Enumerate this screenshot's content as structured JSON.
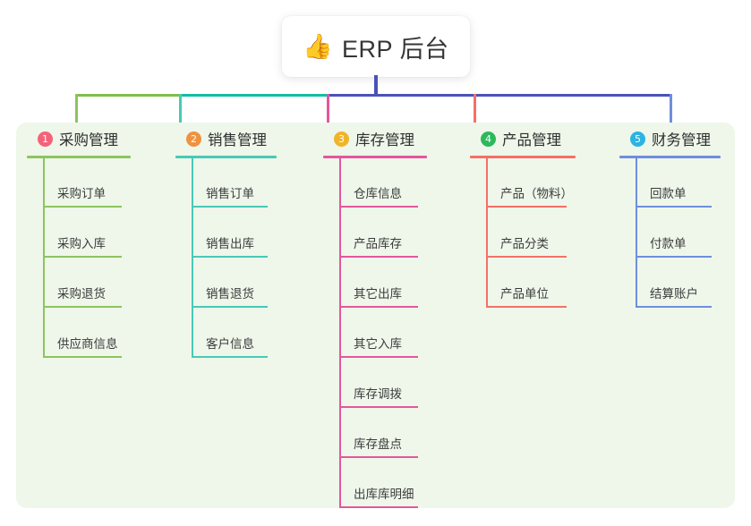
{
  "page": {
    "background": "#ffffff",
    "panel_background": "#eef7ea"
  },
  "root": {
    "icon": "thumbs-up-icon",
    "icon_glyph": "👍",
    "title": "ERP 后台",
    "connector_color": "#4a52b8"
  },
  "connector_bar": {
    "segments": [
      {
        "name": "bar-segment-green",
        "color": "#7fbf4d"
      },
      {
        "name": "bar-segment-teal",
        "color": "#11bfa3"
      },
      {
        "name": "bar-segment-indigo",
        "color": "#4a52b8"
      }
    ]
  },
  "columns": [
    {
      "index": "1",
      "title": "采购管理",
      "badge_color": "#f4627a",
      "line_color": "#8cc45e",
      "items": [
        "采购订单",
        "采购入库",
        "采购退货",
        "供应商信息"
      ]
    },
    {
      "index": "2",
      "title": "销售管理",
      "badge_color": "#ef9240",
      "line_color": "#49c9b6",
      "items": [
        "销售订单",
        "销售出库",
        "销售退货",
        "客户信息"
      ]
    },
    {
      "index": "3",
      "title": "库存管理",
      "badge_color": "#f0b429",
      "line_color": "#e4569d",
      "items": [
        "仓库信息",
        "产品库存",
        "其它出库",
        "其它入库",
        "库存调拨",
        "库存盘点",
        "出库库明细"
      ]
    },
    {
      "index": "4",
      "title": "产品管理",
      "badge_color": "#2eb85c",
      "line_color": "#f47068",
      "items": [
        "产品（物料）",
        "产品分类",
        "产品单位"
      ]
    },
    {
      "index": "5",
      "title": "财务管理",
      "badge_color": "#2bb3e3",
      "line_color": "#6f8ede",
      "items": [
        "回款单",
        "付款单",
        "结算账户"
      ]
    }
  ]
}
